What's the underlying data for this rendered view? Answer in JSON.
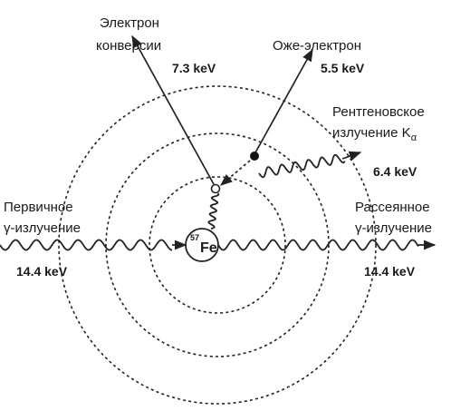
{
  "diagram": {
    "nucleus": {
      "mass": "57",
      "symbol": "Fe"
    },
    "conversion_electron": {
      "label_line1": "Электрон",
      "label_line2": "конверсии",
      "energy": "7.3 keV"
    },
    "auger_electron": {
      "label": "Оже-электрон",
      "energy": "5.5 keV"
    },
    "xray": {
      "label_line1": "Рентгеновское",
      "label_line2": "излучение K",
      "subscript": "α",
      "energy": "6.4 keV"
    },
    "primary_gamma": {
      "label_line1": "Первичное",
      "label_line2": "γ-излучение",
      "energy": "14.4 keV"
    },
    "scattered_gamma": {
      "label_line1": "Рассеянное",
      "label_line2": "γ-излучение",
      "energy": "14.4 keV"
    }
  }
}
